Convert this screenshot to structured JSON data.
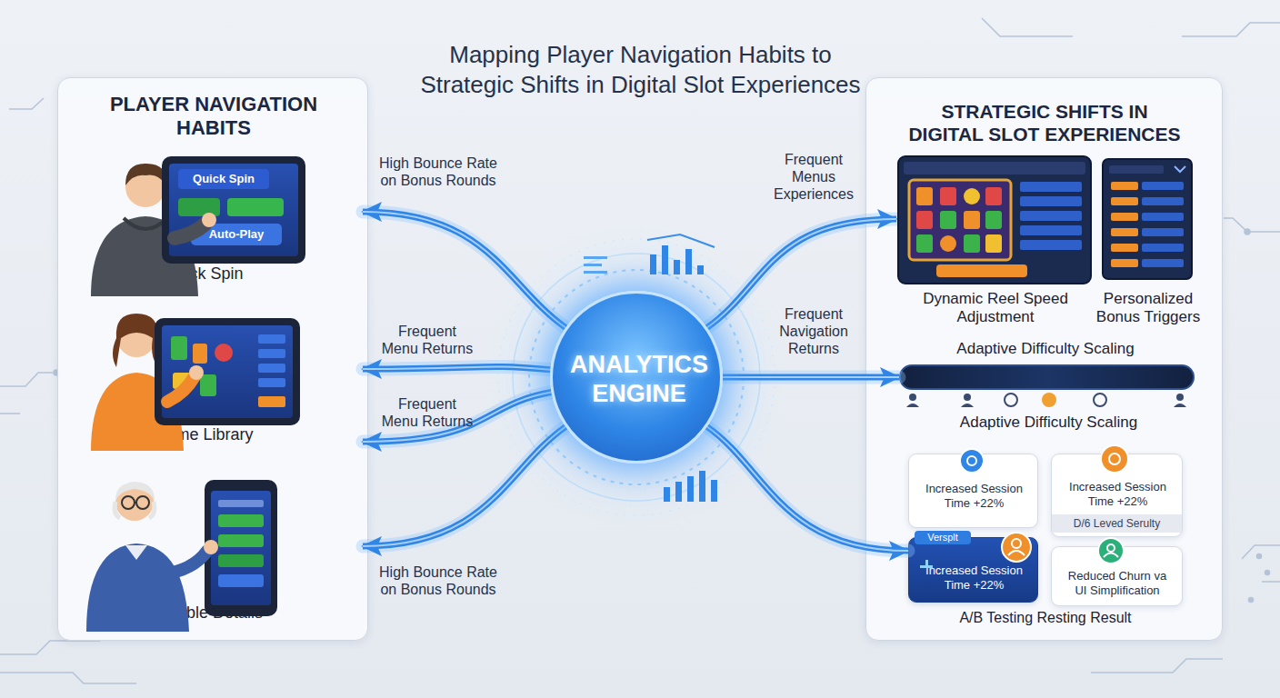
{
  "diagram": {
    "title": "Mapping Player Navigation Habits to Strategic Shifts in Digital Slot Experiences",
    "nodes": [
      {
        "text": [
          "PLAYER NAVIGATION HABITS"
        ]
      },
      {
        "text": [
          "Quick Spin"
        ],
        "in": 0
      },
      {
        "text": [
          "Game Library"
        ],
        "in": 0
      },
      {
        "text": [
          "Paytable Details"
        ],
        "in": 0
      },
      {
        "text": [
          "ANALYTICS ENGINE"
        ]
      },
      {
        "text": [
          "STRATEGIC SHIFTS IN DIGITAL SLOT EXPERIENCES"
        ]
      },
      {
        "text": [
          "Dynamic Reel Speed Adjustment"
        ],
        "in": 5
      },
      {
        "text": [
          "Personalized Bonus Triggers"
        ],
        "in": 5
      },
      {
        "text": [
          "Adaptive Difficulty Scaling"
        ],
        "in": 5
      },
      {
        "text": [
          "Increased Session Time +22%"
        ],
        "in": 5
      },
      {
        "text": [
          "Increased Session Time +22%",
          "D/6 Leved Serulty"
        ],
        "in": 5
      },
      {
        "text": [
          "Versplt",
          "Increased Session Time +22%"
        ],
        "in": 5
      },
      {
        "text": [
          "Reduced Churn va UI Simplification"
        ],
        "in": 5
      }
    ],
    "edges": [
      {
        "from": 4,
        "to": 1,
        "label": "High Bounce Rate on Bonus Rounds",
        "arrow": "to"
      },
      {
        "from": 4,
        "to": 2,
        "label": "Frequent Menu Returns",
        "arrow": "to"
      },
      {
        "from": 4,
        "to": 2,
        "label": "Frequent Menu Returns",
        "arrow": "to"
      },
      {
        "from": 4,
        "to": 3,
        "label": "High Bounce Rate on Bonus Rounds",
        "arrow": "to"
      },
      {
        "from": 4,
        "to": 6,
        "label": "Frequent Menus Experiences",
        "arrow": "to"
      },
      {
        "from": 4,
        "to": 8,
        "label": "Frequent Navigation Returns",
        "arrow": "to"
      },
      {
        "from": 4,
        "to": 11,
        "arrow": "to"
      }
    ],
    "labels": [
      "Quick Spin",
      "Auto-Play",
      "Adaptive Difficulty Scaling",
      "A/B Testing Resting Result"
    ]
  }
}
